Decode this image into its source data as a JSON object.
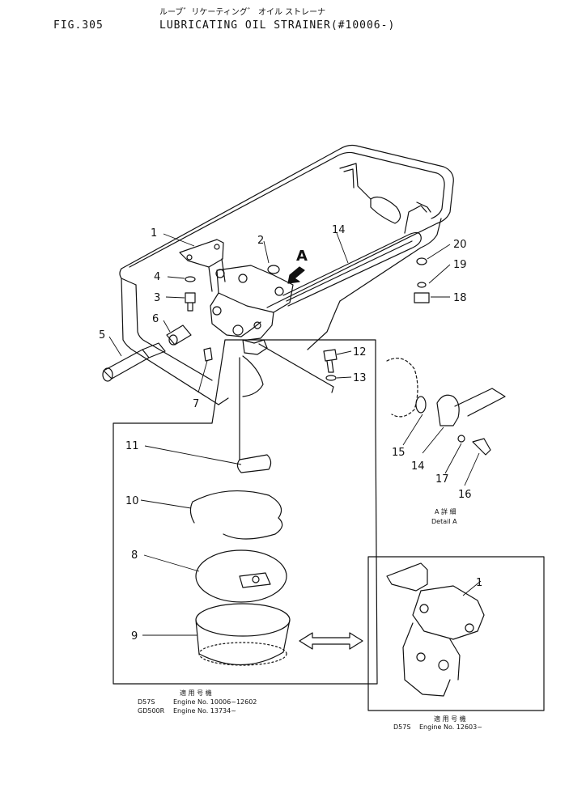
{
  "header": {
    "fig_no": "FIG.305",
    "title_jp": "ルーブ゛リケーティング゛ オイル ストレーナ",
    "title_en": "LUBRICATING OIL STRAINER(#10006-)"
  },
  "callouts": [
    "1",
    "2",
    "3",
    "4",
    "5",
    "6",
    "7",
    "8",
    "9",
    "10",
    "11",
    "12",
    "13",
    "14",
    "15",
    "16",
    "17",
    "18",
    "19",
    "20"
  ],
  "detail_a": {
    "marker": "A",
    "label_jp": "A 詳 細",
    "label_en": "Detail A",
    "callouts": [
      "15",
      "14",
      "17",
      "16"
    ]
  },
  "strainer_box": {
    "serial_jp": "適 用 号 機",
    "lines": [
      {
        "model": "D57S",
        "text": "Engine No. 10006~12602"
      },
      {
        "model": "GD500R",
        "text": "Engine No. 13734~"
      }
    ]
  },
  "alt_box": {
    "callout": "1",
    "serial_jp": "適 用 号 機",
    "lines": [
      {
        "model": "D57S",
        "text": "Engine No. 12603~"
      }
    ]
  }
}
